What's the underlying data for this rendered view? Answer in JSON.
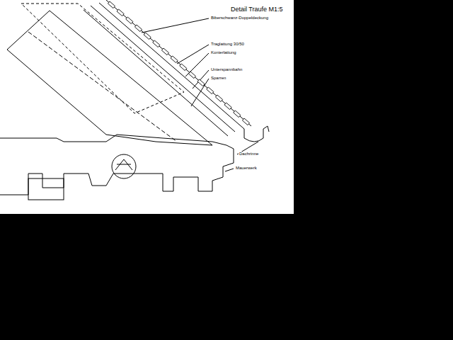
{
  "diagram": {
    "title": "Detail Traufe M1:5",
    "labels": [
      "Biberschwanz-Doppeldeckung",
      "Traglattung 30/50",
      "Konterlattung",
      "Unterspannbahn",
      "Sparren",
      "Dachrinne",
      "Mauerwerk"
    ]
  }
}
